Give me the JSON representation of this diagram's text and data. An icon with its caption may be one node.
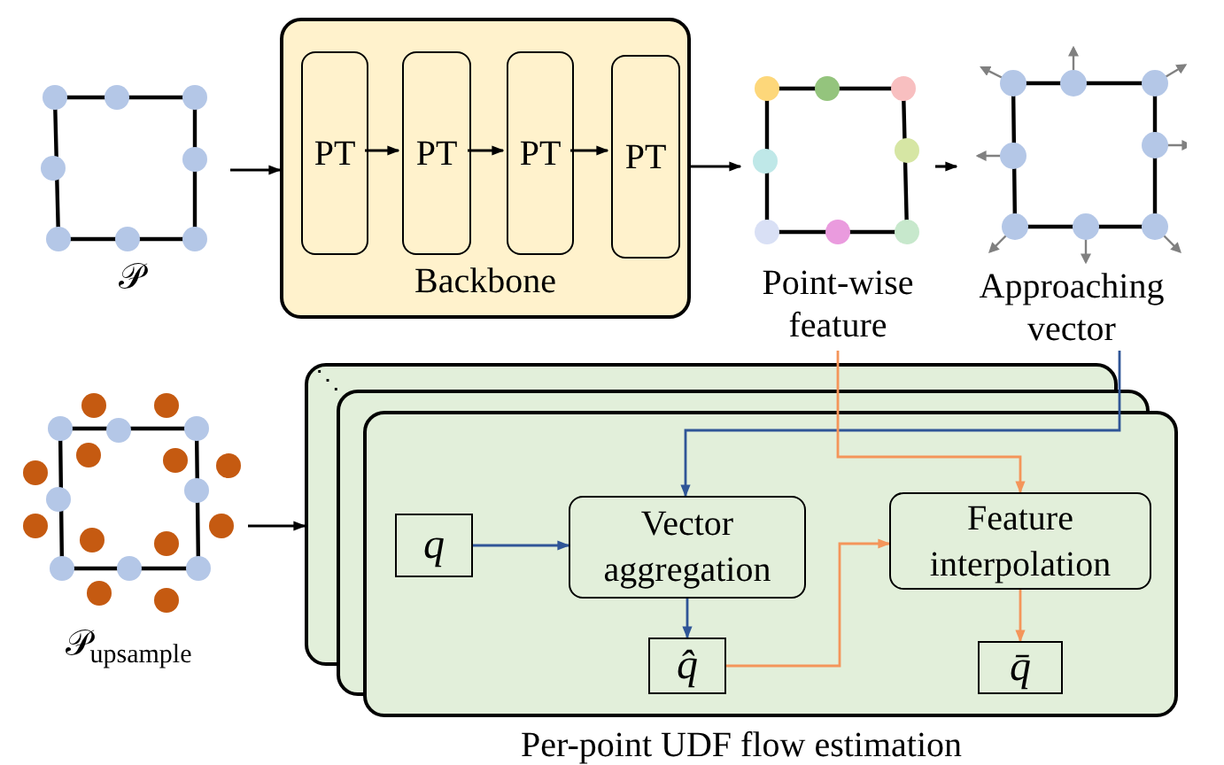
{
  "diagram": {
    "nodes": [
      {
        "text": [
          "𝒫"
        ]
      },
      {
        "text": [
          "Backbone"
        ]
      },
      {
        "text": [
          "PT"
        ],
        "in": 1
      },
      {
        "text": [
          "PT"
        ],
        "in": 1
      },
      {
        "text": [
          "PT"
        ],
        "in": 1
      },
      {
        "text": [
          "PT"
        ],
        "in": 1
      },
      {
        "text": [
          "Point-wise feature"
        ]
      },
      {
        "text": [
          "Approaching vector"
        ]
      },
      {
        "text": [
          "𝒫$_{upsample}$"
        ]
      },
      {
        "text": [
          "Per-point UDF flow estimation"
        ]
      },
      {
        "text": [
          "q"
        ],
        "in": 9
      },
      {
        "text": [
          "Vector aggregation"
        ],
        "in": 9
      },
      {
        "text": [
          "q̂"
        ],
        "in": 9
      },
      {
        "text": [
          "Feature interpolation"
        ],
        "in": 9
      },
      {
        "text": [
          "q̄"
        ],
        "in": 9
      }
    ],
    "edges": [
      {
        "from": 0,
        "to": 1,
        "arrow": "to"
      },
      {
        "from": 2,
        "to": 3,
        "arrow": "to"
      },
      {
        "from": 3,
        "to": 4,
        "arrow": "to"
      },
      {
        "from": 4,
        "to": 5,
        "arrow": "to"
      },
      {
        "from": 1,
        "to": 6,
        "arrow": "to"
      },
      {
        "from": 6,
        "to": 7,
        "arrow": "to"
      },
      {
        "from": 8,
        "to": 9,
        "arrow": "to"
      },
      {
        "from": 7,
        "to": 11,
        "arrow": "to",
        "color": "#2f5597"
      },
      {
        "from": 6,
        "to": 13,
        "arrow": "to",
        "color": "#f4955a"
      },
      {
        "from": 10,
        "to": 11,
        "arrow": "to",
        "color": "#2f5597"
      },
      {
        "from": 11,
        "to": 12,
        "arrow": "to",
        "color": "#2f5597"
      },
      {
        "from": 12,
        "to": 13,
        "arrow": "to",
        "color": "#f4955a"
      },
      {
        "from": 13,
        "to": 14,
        "arrow": "to",
        "color": "#f4955a"
      }
    ],
    "labels": [
      "⋱"
    ]
  }
}
